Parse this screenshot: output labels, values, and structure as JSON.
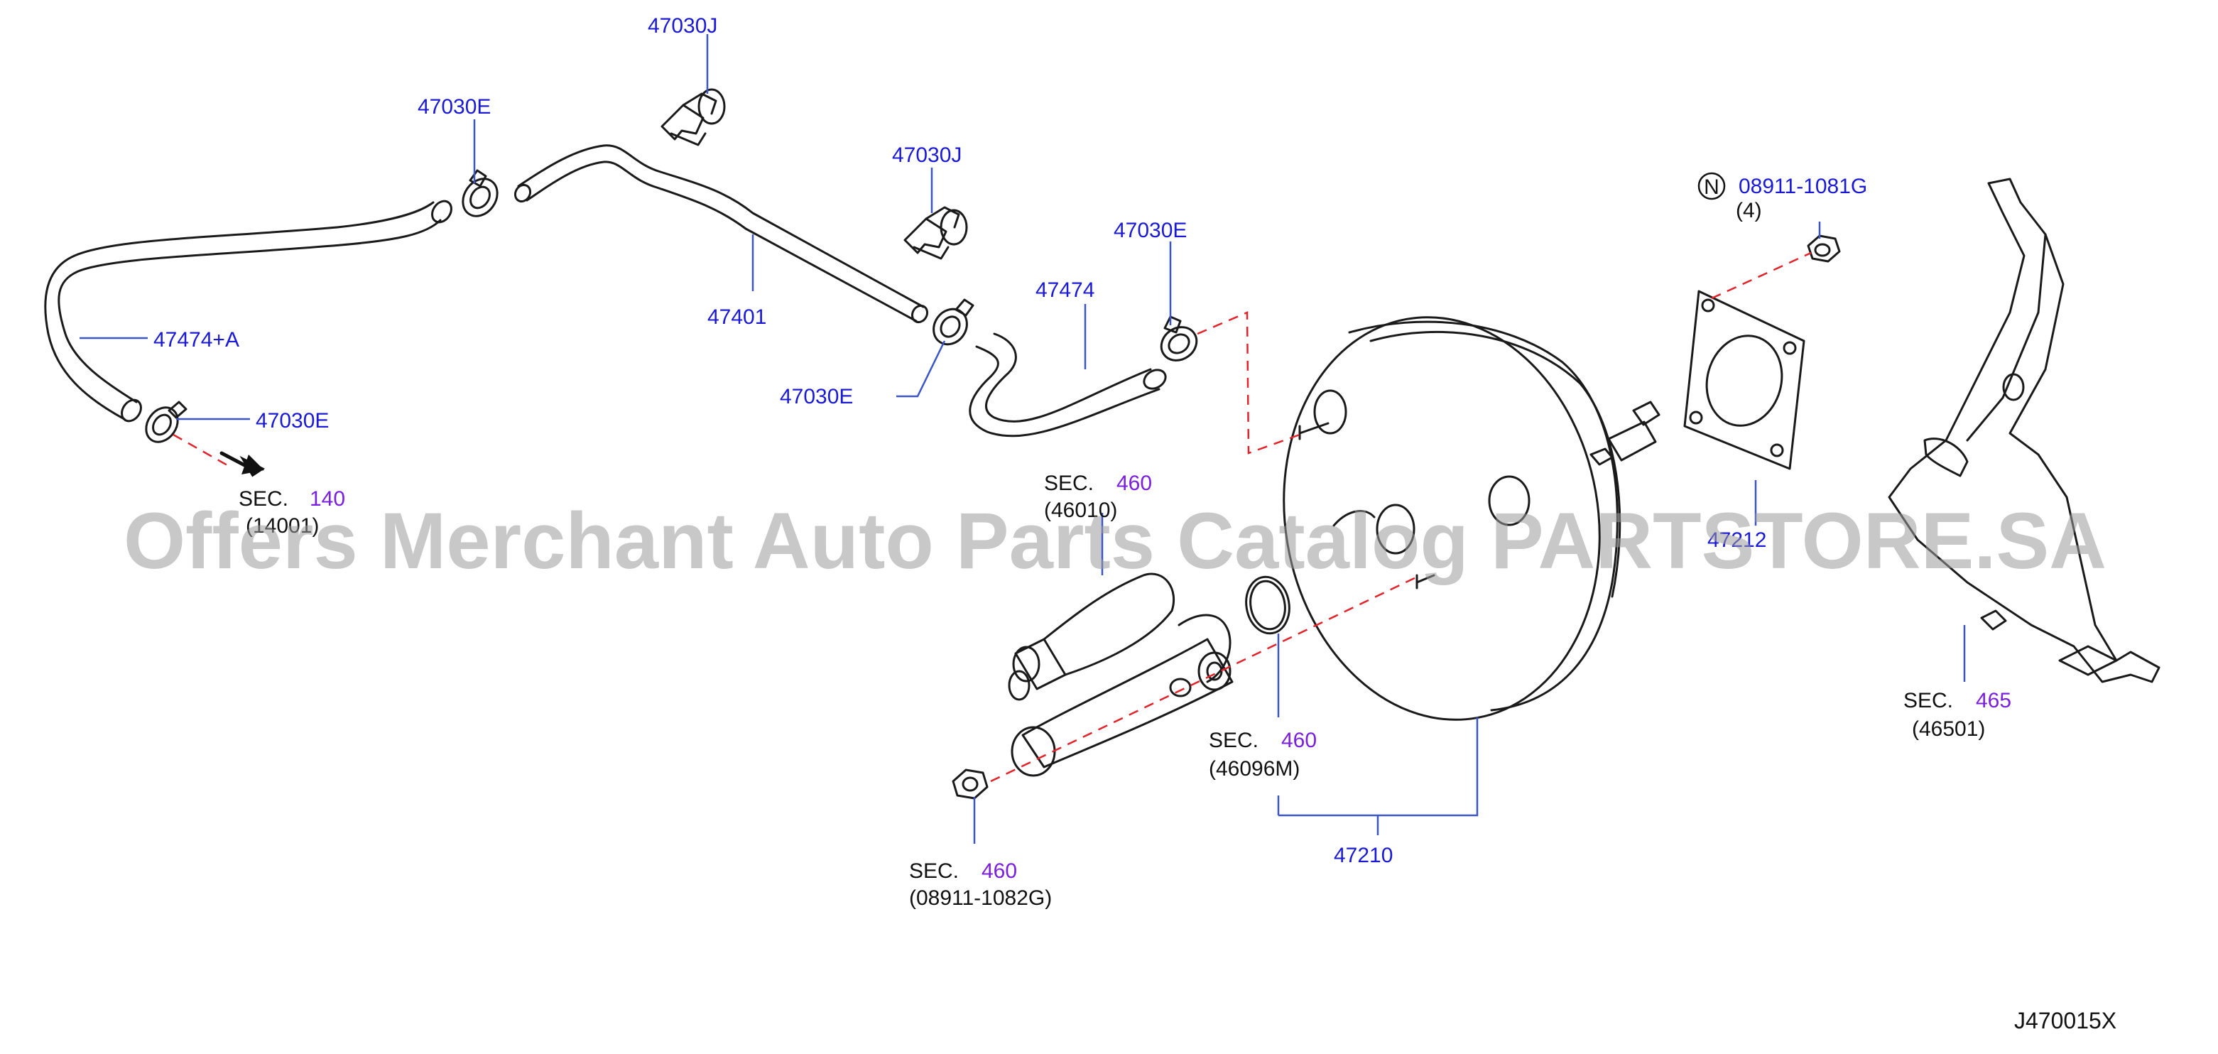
{
  "colors": {
    "part_number": "#1a1ad6",
    "section_number": "#7a1ee0",
    "text": "#111111",
    "leader": "#3a55c8",
    "phantom_line": "#e2232a",
    "watermark": "#9a9a9a"
  },
  "watermark": "Offers Merchant Auto Parts Catalog PARTSTORE.SA",
  "diagram_code": "J470015X",
  "labels": {
    "clip_j_top": "47030J",
    "clamp_e_upper_left": "47030E",
    "clip_j_mid": "47030J",
    "clamp_e_right": "47030E",
    "hose_47474": "47474",
    "hose_47474a": "47474+A",
    "clamp_e_lower_left": "47030E",
    "tube_47401": "47401",
    "clamp_e_mid": "47030E",
    "nut_n_prefix": "N",
    "nut_part": "08911-1081G",
    "nut_qty": "(4)",
    "gasket": "47212",
    "booster": "47210"
  },
  "sections": {
    "sec140": {
      "prefix": "SEC.",
      "num": "140",
      "ref": "(14001)"
    },
    "sec460_cyl": {
      "prefix": "SEC.",
      "num": "460",
      "ref": "(46010)"
    },
    "sec460_oring": {
      "prefix": "SEC.",
      "num": "460",
      "ref": "(46096M)"
    },
    "sec460_nut": {
      "prefix": "SEC.",
      "num": "460",
      "ref": "(08911-1082G)"
    },
    "sec465": {
      "prefix": "SEC.",
      "num": "465",
      "ref": "(46501)"
    }
  }
}
